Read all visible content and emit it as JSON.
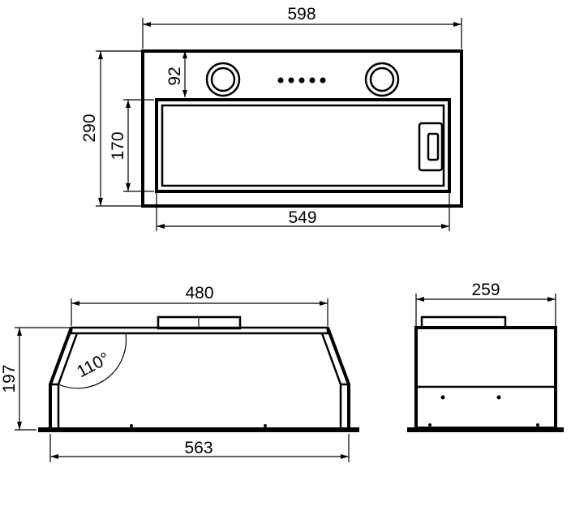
{
  "front_view": {
    "width_label": "598",
    "height_label": "290",
    "offset_label": "92",
    "filter_height_label": "170",
    "filter_width_label": "549"
  },
  "side_view": {
    "top_width_label": "480",
    "height_label": "197",
    "angle_label": "110°",
    "bottom_width_label": "563"
  },
  "end_view": {
    "depth_label": "259"
  }
}
